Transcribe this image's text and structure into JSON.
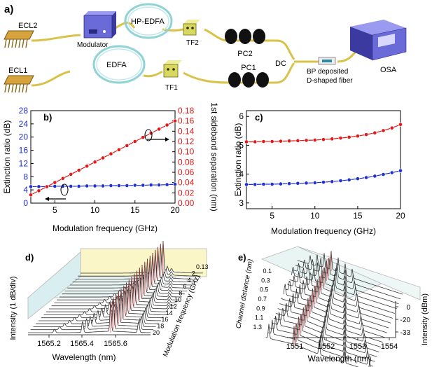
{
  "panels": {
    "a": "a)",
    "b": "b)",
    "c": "c)",
    "d": "d)",
    "e": "e)"
  },
  "setup": {
    "ecl2": "ECL2",
    "modulator": "Modulator",
    "hp_edfa": "HP-EDFA",
    "tf2": "TF2",
    "pc2": "PC2",
    "dc": "DC",
    "osa": "OSA",
    "ecl1": "ECL1",
    "edfa": "EDFA",
    "tf1": "TF1",
    "pc1": "PC1",
    "bp_line1": "BP deposited",
    "bp_line2": "D-shaped fiber"
  },
  "colors": {
    "blue": "#1f2fd0",
    "red": "#e01818",
    "fiber": "#d9c24a",
    "device": "#6a6ad8",
    "device_dark": "#3a3aa0",
    "tf": "#d8d860",
    "waterfall_bg": "#fbf6c8"
  },
  "chart_data": [
    {
      "type": "line",
      "panel": "b",
      "xlabel": "Modulation frequency (GHz)",
      "ylabel": "Extinction ratio (dB)",
      "y2label": "1st sideband separation (nm)",
      "xlim": [
        2,
        20
      ],
      "ylim": [
        0,
        28
      ],
      "y2lim": [
        0,
        0.18
      ],
      "xticks": [
        "5",
        "10",
        "15",
        "20"
      ],
      "yticks": [
        "0",
        "4",
        "8",
        "12",
        "16",
        "20",
        "24",
        "28"
      ],
      "y2ticks": [
        "0.00",
        "0.02",
        "0.04",
        "0.06",
        "0.08",
        "0.10",
        "0.12",
        "0.14",
        "0.16",
        "0.18"
      ],
      "series": [
        {
          "axis": "left",
          "color": "blue",
          "x": [
            2,
            3,
            4,
            5,
            6,
            7,
            8,
            9,
            10,
            11,
            12,
            13,
            14,
            15,
            16,
            17,
            18,
            19,
            20
          ],
          "y": [
            5.0,
            5.0,
            5.0,
            5.1,
            5.1,
            5.1,
            5.1,
            5.2,
            5.2,
            5.2,
            5.3,
            5.3,
            5.3,
            5.4,
            5.4,
            5.5,
            5.5,
            5.6,
            5.7
          ]
        },
        {
          "axis": "right",
          "color": "red",
          "x": [
            2,
            3,
            4,
            5,
            6,
            7,
            8,
            9,
            10,
            11,
            12,
            13,
            14,
            15,
            16,
            17,
            18,
            19,
            20
          ],
          "y": [
            0.016,
            0.024,
            0.032,
            0.04,
            0.048,
            0.056,
            0.064,
            0.072,
            0.08,
            0.088,
            0.096,
            0.104,
            0.112,
            0.12,
            0.128,
            0.136,
            0.144,
            0.152,
            0.16
          ]
        }
      ],
      "grid": false
    },
    {
      "type": "line",
      "panel": "c",
      "xlabel": "Modulation frequency (GHz)",
      "ylabel": "Extinction ratio (dB)",
      "xlim": [
        2,
        20
      ],
      "ylim": [
        2.8,
        6.2
      ],
      "xticks": [
        "5",
        "10",
        "15",
        "20"
      ],
      "yticks": [
        "3",
        "4",
        "5",
        "6"
      ],
      "series": [
        {
          "color": "red",
          "x": [
            2,
            3,
            4,
            5,
            6,
            7,
            8,
            9,
            10,
            11,
            12,
            13,
            14,
            15,
            16,
            17,
            18,
            19,
            20
          ],
          "y": [
            5.12,
            5.12,
            5.13,
            5.13,
            5.14,
            5.15,
            5.16,
            5.17,
            5.18,
            5.2,
            5.22,
            5.25,
            5.28,
            5.32,
            5.37,
            5.43,
            5.51,
            5.6,
            5.72
          ]
        },
        {
          "color": "blue",
          "x": [
            2,
            3,
            4,
            5,
            6,
            7,
            8,
            9,
            10,
            11,
            12,
            13,
            14,
            15,
            16,
            17,
            18,
            19,
            20
          ],
          "y": [
            3.64,
            3.64,
            3.65,
            3.65,
            3.66,
            3.67,
            3.68,
            3.69,
            3.7,
            3.72,
            3.74,
            3.77,
            3.8,
            3.84,
            3.88,
            3.93,
            3.99,
            4.05,
            4.12
          ]
        }
      ],
      "grid": false
    },
    {
      "type": "area",
      "panel": "d",
      "title": "",
      "xlabel": "Wavelength (nm)",
      "ylabel": "Intensity (1 dB/div)",
      "zlabel": "Modulation frequency (GHz)",
      "xticks": [
        "1565.2",
        "1565.4",
        "1565.6"
      ],
      "zticks": [
        "0.13",
        "2",
        "4",
        "6",
        "8",
        "10",
        "12",
        "14",
        "16",
        "18",
        "20"
      ],
      "num_traces": 21
    },
    {
      "type": "area",
      "panel": "e",
      "title": "",
      "xlabel": "Wavelength (nm)",
      "zlabel": "Channel distance (nm)",
      "y2label": "Intensity (dBm)",
      "xticks": [
        "1551",
        "1552",
        "1553",
        "1554"
      ],
      "zticks": [
        "0.1",
        "0.3",
        "0.5",
        "0.7",
        "0.9",
        "1.1",
        "1.3"
      ],
      "y2ticks": [
        "0",
        "-20",
        "-33"
      ],
      "num_traces": 17
    }
  ]
}
